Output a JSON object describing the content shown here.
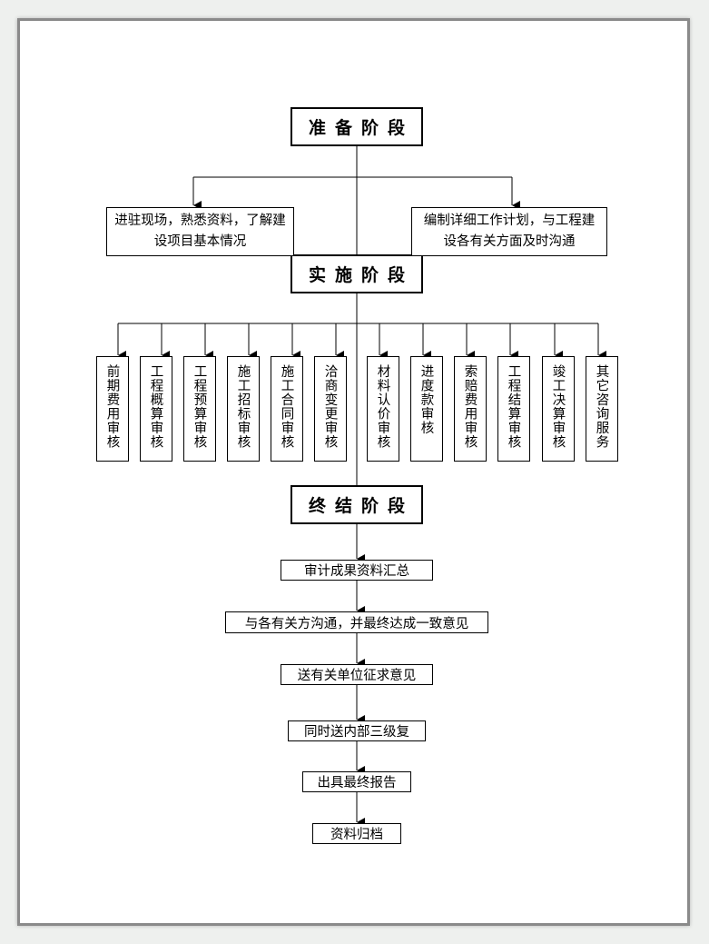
{
  "phases": {
    "prep": "准备阶段",
    "impl": "实施阶段",
    "final": "终结阶段"
  },
  "notes": {
    "left": "进驻现场，熟悉资料，了解建设项目基本情况",
    "right": "编制详细工作计划，与工程建设各有关方面及时沟通"
  },
  "audit_items": [
    "前期费用审核",
    "工程概算审核",
    "工程预算审核",
    "施工招标审核",
    "施工合同审核",
    "洽商变更审核",
    "材料认价审核",
    "进度款审核",
    "索赔费用审核",
    "工程结算审核",
    "竣工决算审核",
    "其它咨询服务"
  ],
  "final_steps": [
    "审计成果资料汇总",
    "与各有关方沟通，并最终达成一致意见",
    "送有关单位征求意见",
    "同时送内部三级复",
    "出具最终报告",
    "资料归档"
  ]
}
